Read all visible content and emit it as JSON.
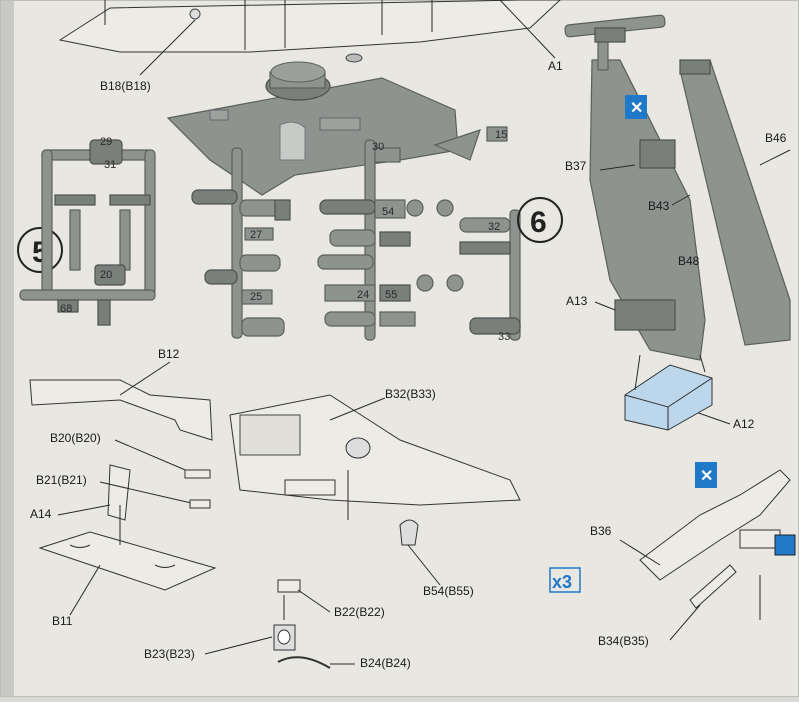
{
  "labels": {
    "b18": "B18(B18)",
    "a1": "A1",
    "b12": "B12",
    "b20": "B20(B20)",
    "b21": "B21(B21)",
    "a14": "A14",
    "b11": "B11",
    "b32": "B32(B33)",
    "b54": "B54(B55)",
    "b22": "B22(B22)",
    "b23": "B23(B23)",
    "b24": "B24(B24)",
    "b37": "B37",
    "b43": "B43",
    "b48": "B48",
    "b46": "B46",
    "a13": "A13",
    "a12": "A12",
    "b36": "B36",
    "b34": "B34(B35)",
    "x3": "x3",
    "step5": "5",
    "step6": "6"
  },
  "sprue_numbers": {
    "n29": "29",
    "n31": "31",
    "n20": "20",
    "n68": "68",
    "n30": "30",
    "n27": "27",
    "n54": "54",
    "n32": "32",
    "n24": "24",
    "n55": "55",
    "n33": "33",
    "n25": "25",
    "n15": "15"
  },
  "colors": {
    "paper": "#ecebe6",
    "plastic": "#8e938f",
    "instruction_blue": "#1f78c8"
  }
}
